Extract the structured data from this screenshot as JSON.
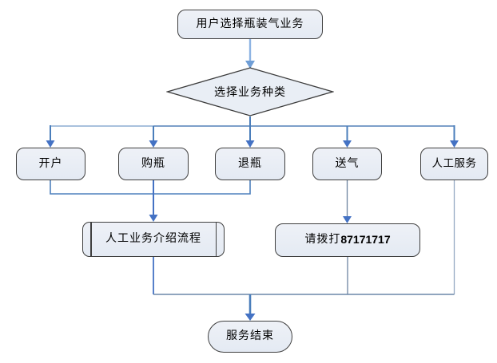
{
  "diagram": {
    "nodes": {
      "start": {
        "label": "用户选择瓶装气业务"
      },
      "decision": {
        "label": "选择业务种类"
      },
      "open_account": {
        "label": "开户"
      },
      "buy_bottle": {
        "label": "购瓶"
      },
      "return_bottle": {
        "label": "退瓶"
      },
      "deliver_gas": {
        "label": "送气"
      },
      "manual_service": {
        "label": "人工服务"
      },
      "intro_process": {
        "label": "人工业务介绍流程"
      },
      "call": {
        "prefix": "请拨打",
        "number": "87171717"
      },
      "end": {
        "label": "服务结束"
      }
    },
    "colors": {
      "shape_fill": "#e9edf5",
      "shape_border": "#3f3f3f",
      "arrow_light_blue": "#8eb4e3",
      "connector_blue": "#4a7ebb",
      "arrowhead_blue": "#4472c4",
      "line_gray_blue": "#95a9c3",
      "collector_steel": "#6b87a8"
    }
  }
}
